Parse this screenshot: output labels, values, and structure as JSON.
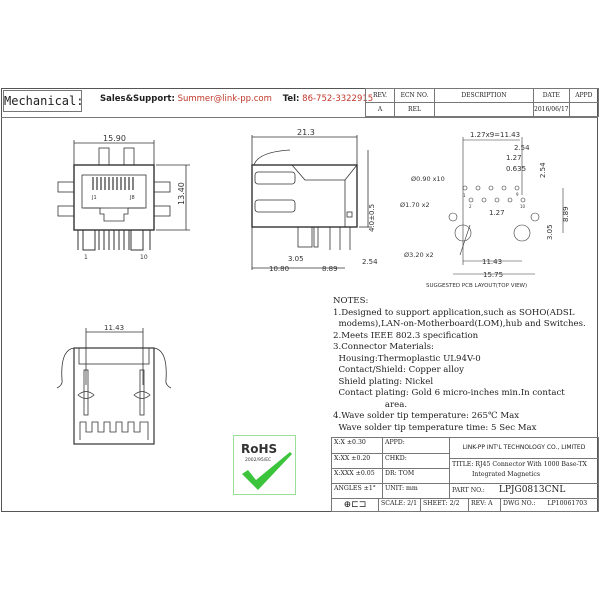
{
  "header": {
    "section_label": "Mechanical:",
    "sales_label": "Sales&Support:",
    "sales_email": "Summer@link-pp.com",
    "tel_label": "Tel:",
    "tel_value": "86-752-3322915"
  },
  "revision_table": {
    "columns": [
      "REV.",
      "ECN NO.",
      "DESCRIPTION",
      "DATE",
      "APPD"
    ],
    "rows": [
      [
        "A",
        "REL",
        "",
        "2016/06/17",
        ""
      ]
    ]
  },
  "front_view": {
    "width_dim": "15.90",
    "height_dim": "13.40",
    "pin_first": "1",
    "pin_last": "10",
    "jack_left": "J1",
    "jack_right": "J8"
  },
  "side_view": {
    "length_dim": "21.3",
    "height_dim": "4.0±0.5",
    "dim_a": "3.05",
    "dim_b": "10.80",
    "dim_c": "8.89",
    "dim_d": "2.54"
  },
  "pcb_layout": {
    "pitch_dim": "1.27x9=11.43",
    "dim_254_top": "2.54",
    "dim_127_top": "1.27",
    "dim_0635": "0.635",
    "dim_254_side": "2.54",
    "hole_small": "Ø0.90 x10",
    "hole_mid": "Ø1.70 x2",
    "hole_large": "Ø3.20 x2",
    "dim_127_mid": "1.27",
    "dim_305": "3.05",
    "dim_889": "8.89",
    "dim_1143": "11.43",
    "dim_1575": "15.75",
    "pin_1": "1",
    "pin_2": "2",
    "pin_9": "9",
    "pin_10": "10",
    "caption": "SUGGESTED PCB LAYOUT(TOP VIEW)"
  },
  "bottom_view": {
    "dim": "11.43"
  },
  "notes": {
    "title": "NOTES:",
    "lines": [
      "1.Designed to support application,such as SOHO(ADSL",
      "  modems),LAN-on-Motherboard(LOM),hub and Switches.",
      "2.Meets IEEE 802.3 specification",
      "3.Connector Materials:",
      "  Housing:Thermoplastic UL94V-0",
      "  Contact/Shield: Copper alloy",
      "  Shield plating: Nickel",
      "  Contact plating: Gold 6 micro-inches min.In contact",
      "                   area.",
      "4.Wave solder tip temperature: 265℃ Max",
      "  Wave solder tip temperature time: 5 Sec Max"
    ]
  },
  "rohs": {
    "text": "RoHS",
    "sub": "2002/95/EC",
    "color": "#3cc43c"
  },
  "title_block": {
    "tol_x": "X:X    ±0.30",
    "tol_xx": "X:XX   ±0.20",
    "tol_xxx": "X:XXX  ±0.05",
    "angles": "ANGLES ±1°",
    "appd": "APPD:",
    "chkd": "CHKD:",
    "dr": "DR:   TOM",
    "unit": "UNIT:  mm",
    "company": "LINK-PP INT'L TECHNOLOGY CO., LIMITED",
    "title": "TITLE: RJ45 Connector With 1000 Base-TX",
    "title2": "Integrated Magnetics",
    "part_label": "PART NO.:",
    "part_no": "LPJG0813CNL",
    "scale": "SCALE:  2/1",
    "sheet": "SHEET:  2/2",
    "rev": "REV:  A",
    "dwg_label": "DWG NO.:",
    "dwg_no": "LP10061703"
  }
}
